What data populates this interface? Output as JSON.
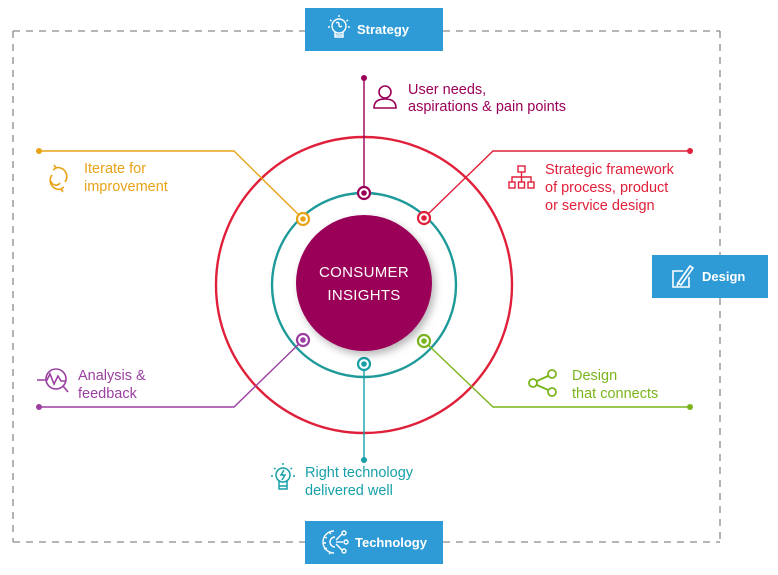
{
  "colors": {
    "pillar_bg": "#2f9bd6",
    "frame_dash": "#8a8a8a",
    "outer_ring": "#e0203a",
    "inner_ring": "#1e9a9a",
    "core": "#9b0058",
    "user": "#9b0058",
    "strategic": "#e0203a",
    "iterate": "#e8a317",
    "analysis": "#9b3fa0",
    "design_connects": "#7ab51d",
    "technology": "#17a0a8"
  },
  "core": {
    "line1": "CONSUMER",
    "line2": "INSIGHTS"
  },
  "pillars": {
    "strategy": {
      "label": "Strategy",
      "icon": "lightbulb-puzzle-icon"
    },
    "design": {
      "label": "Design",
      "icon": "pencil-square-icon"
    },
    "technology": {
      "label": "Technology",
      "icon": "gear-network-icon"
    }
  },
  "items": {
    "user_needs": {
      "lines": [
        "User needs,",
        "aspirations & pain points"
      ],
      "icon": "user-icon"
    },
    "strategic_framework": {
      "lines": [
        "Strategic framework",
        "of process, product",
        "or service design"
      ],
      "icon": "org-chart-icon"
    },
    "iterate": {
      "lines": [
        "Iterate for",
        "improvement"
      ],
      "icon": "refresh-cycle-icon"
    },
    "analysis": {
      "lines": [
        "Analysis &",
        "feedback"
      ],
      "icon": "analysis-magnifier-icon"
    },
    "design_connects": {
      "lines": [
        "Design",
        "that connects"
      ],
      "icon": "share-nodes-icon"
    },
    "right_technology": {
      "lines": [
        "Right technology",
        "delivered well"
      ],
      "icon": "lightbulb-bolt-icon"
    }
  }
}
